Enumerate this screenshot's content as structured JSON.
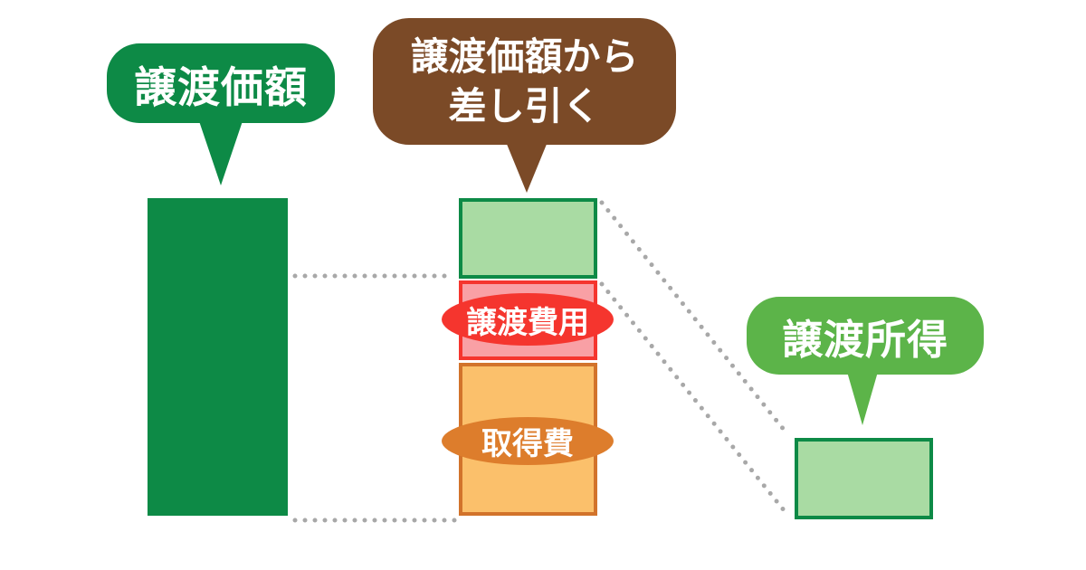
{
  "diagram": {
    "bubbles": {
      "transfer_price": {
        "label": "譲渡価額",
        "fill": "#0d8a46",
        "text_color": "#ffffff"
      },
      "deduct": {
        "line1": "譲渡価額から",
        "line2": "差し引く",
        "fill": "#7b4a27",
        "text_color": "#ffffff"
      },
      "capital_gain": {
        "label": "譲渡所得",
        "fill": "#5cb449",
        "text_color": "#ffffff"
      }
    },
    "badges": {
      "transfer_expenses": {
        "label": "譲渡費用",
        "fill": "#f5352e",
        "text_color": "#ffffff"
      },
      "acquisition_cost": {
        "label": "取得費",
        "fill": "#dd7d2c",
        "text_color": "#ffffff"
      }
    },
    "bars": {
      "transfer_price_bar": {
        "fill": "#0d8a46"
      },
      "gain_segment": {
        "fill": "#a9dba3",
        "border": "#0d8a46"
      },
      "transfer_expense_segment": {
        "fill": "#f9a0a5",
        "border": "#f5352e"
      },
      "acquisition_cost_segment": {
        "fill": "#fbc06b",
        "border": "#d2732b"
      },
      "capital_gain_box": {
        "fill": "#a9dba3",
        "border": "#0d8a46"
      }
    },
    "connector_color": "#a8a8a8",
    "background": "#ffffff"
  }
}
